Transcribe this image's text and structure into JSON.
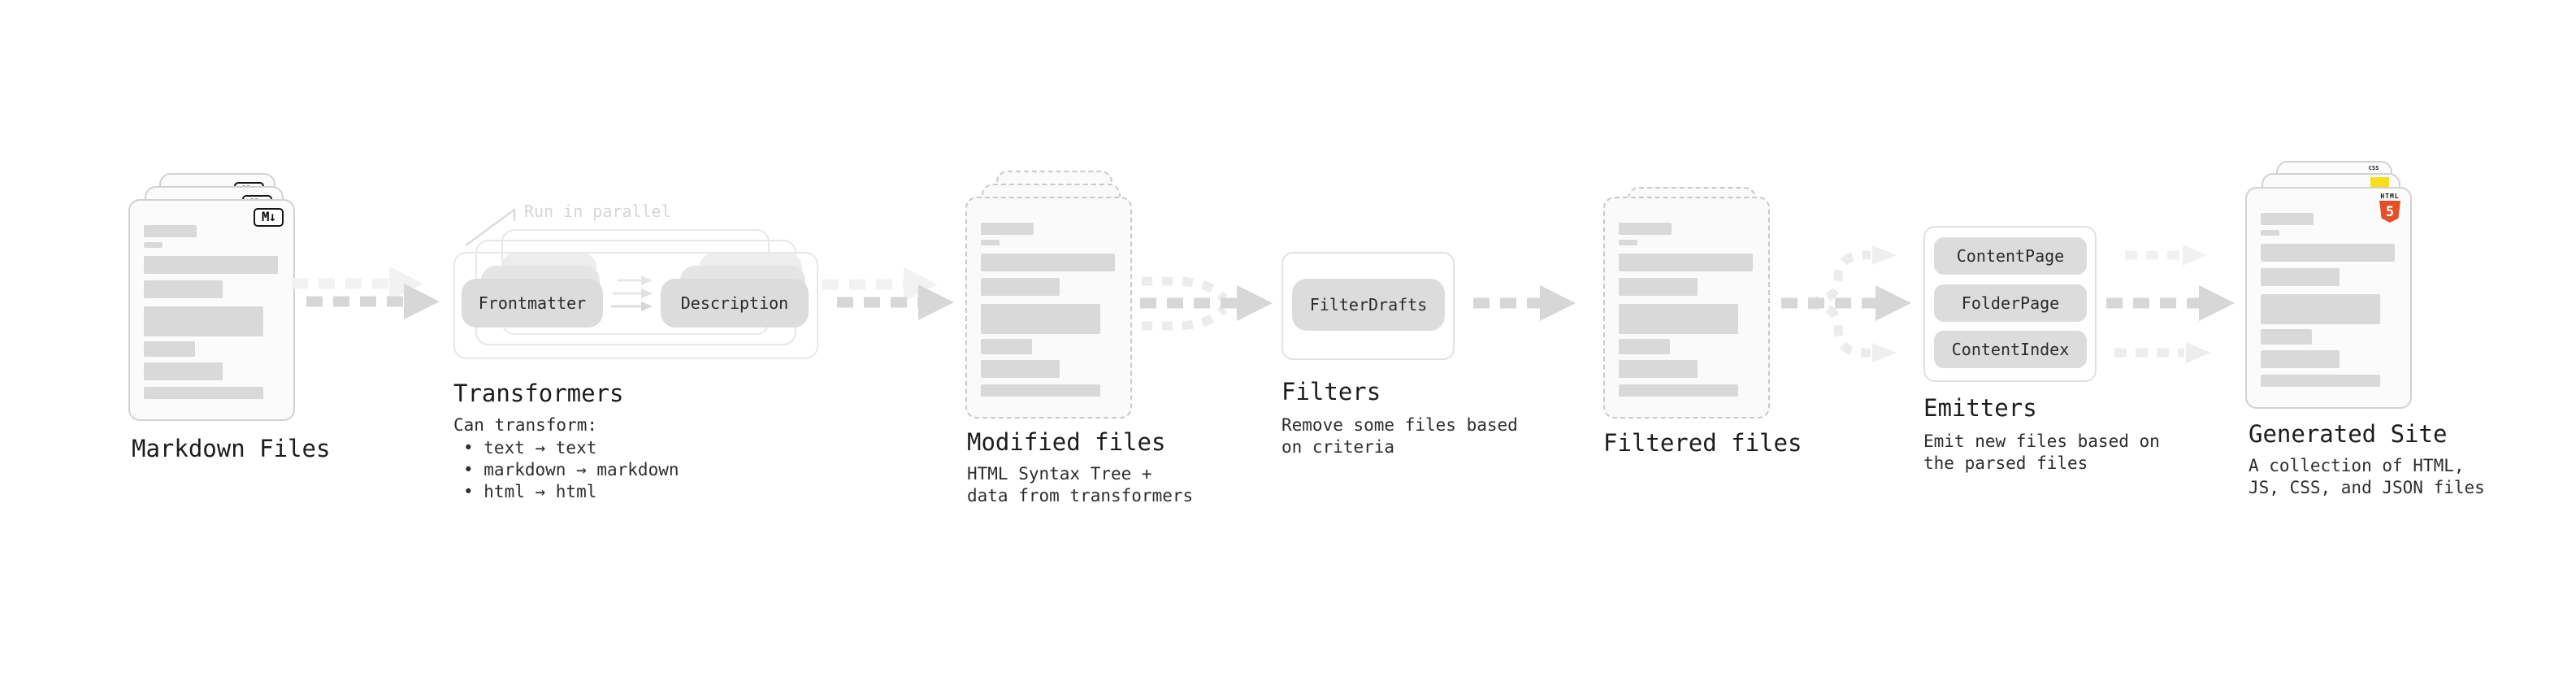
{
  "diagram": {
    "markdown_files": {
      "label": "Markdown Files",
      "file_icon": "M↓"
    },
    "transformers": {
      "callout": "Run in parallel",
      "box_left": "Frontmatter",
      "box_right": "Description",
      "title": "Transformers",
      "desc_heading": "Can transform:",
      "bullets": [
        "• text → text",
        "• markdown → markdown",
        "• html → html"
      ]
    },
    "modified_files": {
      "title": "Modified files",
      "subtitle": "HTML Syntax Tree +\ndata from transformers"
    },
    "filters": {
      "box": "FilterDrafts",
      "title": "Filters",
      "subtitle": "Remove some files based\non criteria"
    },
    "filtered_files": {
      "title": "Filtered files"
    },
    "emitters": {
      "boxes": [
        "ContentPage",
        "FolderPage",
        "ContentIndex"
      ],
      "title": "Emitters",
      "subtitle": "Emit new files based on\nthe parsed files"
    },
    "generated_site": {
      "title": "Generated Site",
      "subtitle": "A collection of HTML,\nJS, CSS, and JSON files",
      "badges": {
        "html_text": "HTML",
        "html_number": "5",
        "css": "CSS"
      }
    },
    "colors": {
      "arrow_main": "#d7d7d7",
      "arrow_ghost": "#f2f2f2",
      "arrow_branch": "#ececec",
      "box_fill": "#dcdcdc",
      "doc_border": "#d2d2d2",
      "dashed_doc_border": "#c9c9c9",
      "container_border": "#e8e8e8",
      "bar_fill": "#d9d9d9",
      "title_text": "#1c1c1c",
      "body_text": "#2d2d2d",
      "callout_text": "#d6d6d6",
      "html5_orange": "#e34f26",
      "js_yellow": "#f7df1e",
      "css_blue": "#2f6fed"
    }
  }
}
